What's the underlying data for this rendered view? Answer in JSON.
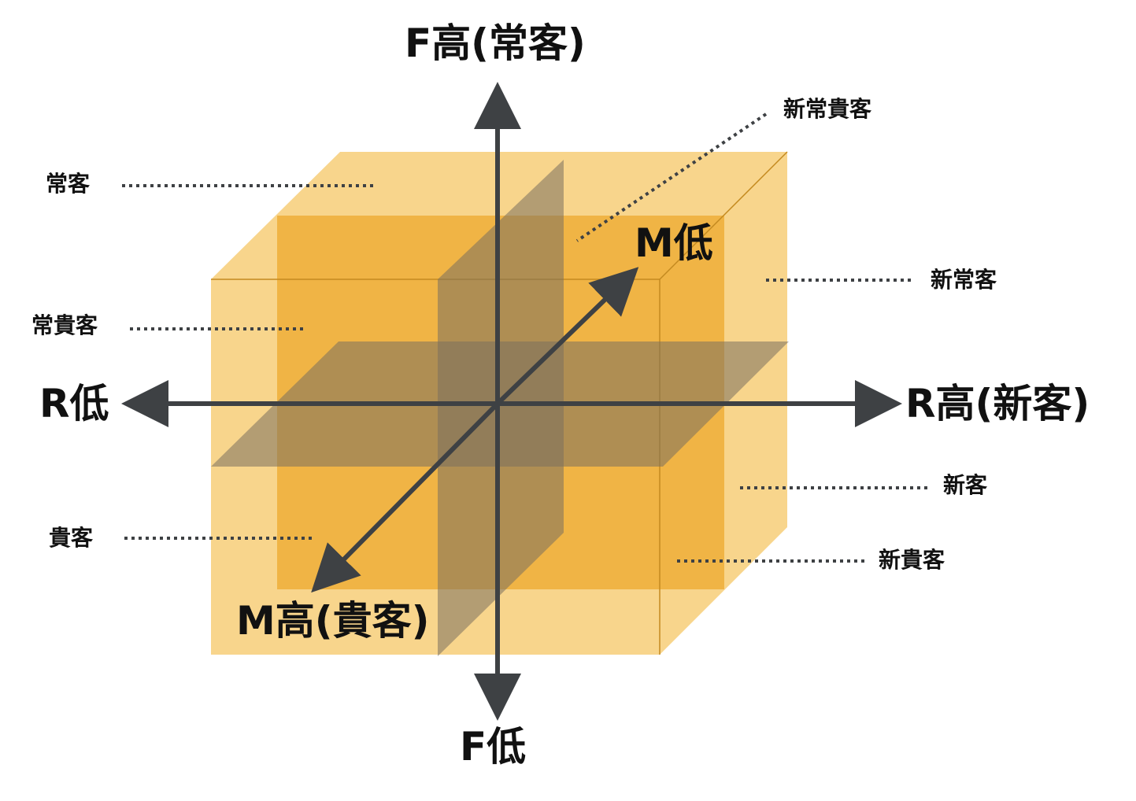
{
  "colors": {
    "cube_light": "#f5c766",
    "cube_mid": "#eeae38",
    "plane": "#7a6f5e",
    "axis": "#3e4144",
    "edge": "#c48a20",
    "dots": "#3e4144"
  },
  "axes": {
    "f_high": "F高(常客)",
    "f_low": "F低",
    "r_low": "R低",
    "r_high": "R高(新客)",
    "m_low": "M低",
    "m_high": "M高(貴客)"
  },
  "segments": {
    "regular": "常客",
    "regular_vip": "常貴客",
    "vip": "貴客",
    "new_regular_vip": "新常貴客",
    "new_regular": "新常客",
    "new": "新客",
    "new_vip": "新貴客"
  }
}
